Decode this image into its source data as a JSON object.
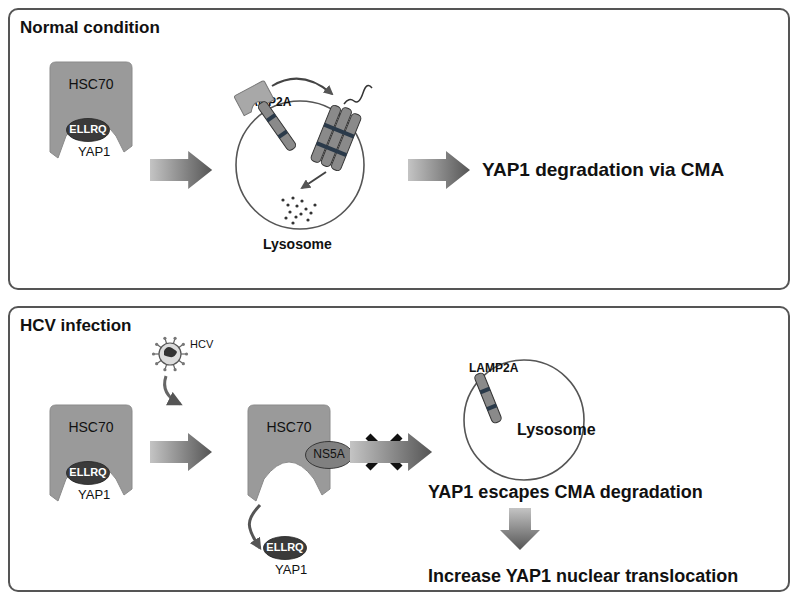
{
  "diagram": {
    "nodes": [
      {
        "text": [
          "Normal condition"
        ]
      },
      {
        "text": [
          "HSC70"
        ],
        "in": 0
      },
      {
        "text": [
          "ELLRQ",
          "YAP1"
        ],
        "in": 1
      },
      {
        "text": [
          "LAMP2A",
          "Lysosome"
        ],
        "in": 0
      },
      {
        "text": [
          "HCV infection"
        ]
      },
      {
        "text": [
          "HSC70"
        ],
        "in": 4
      },
      {
        "text": [
          "ELLRQ",
          "YAP1"
        ],
        "in": 5
      },
      {
        "text": [
          "HCV"
        ],
        "in": 4
      },
      {
        "text": [
          "HSC70"
        ],
        "in": 4
      },
      {
        "text": [
          "NS5A"
        ],
        "in": 8
      },
      {
        "text": [
          "ELLRQ",
          "YAP1"
        ],
        "in": 4
      },
      {
        "text": [
          "LAMP2A",
          "Lysosome"
        ],
        "in": 4
      }
    ],
    "edges": [
      {
        "from": 1,
        "to": 3,
        "arrow": "to"
      },
      {
        "from": 5,
        "to": 8,
        "arrow": "to"
      },
      {
        "from": 8,
        "to": 10,
        "arrow": "to"
      },
      {
        "from": 8,
        "to": 11,
        "arrow": "to"
      }
    ],
    "labels": [
      "YAP1 degradation via CMA",
      "YAP1 escapes CMA degradation",
      "Increase YAP1 nuclear translocation"
    ]
  }
}
